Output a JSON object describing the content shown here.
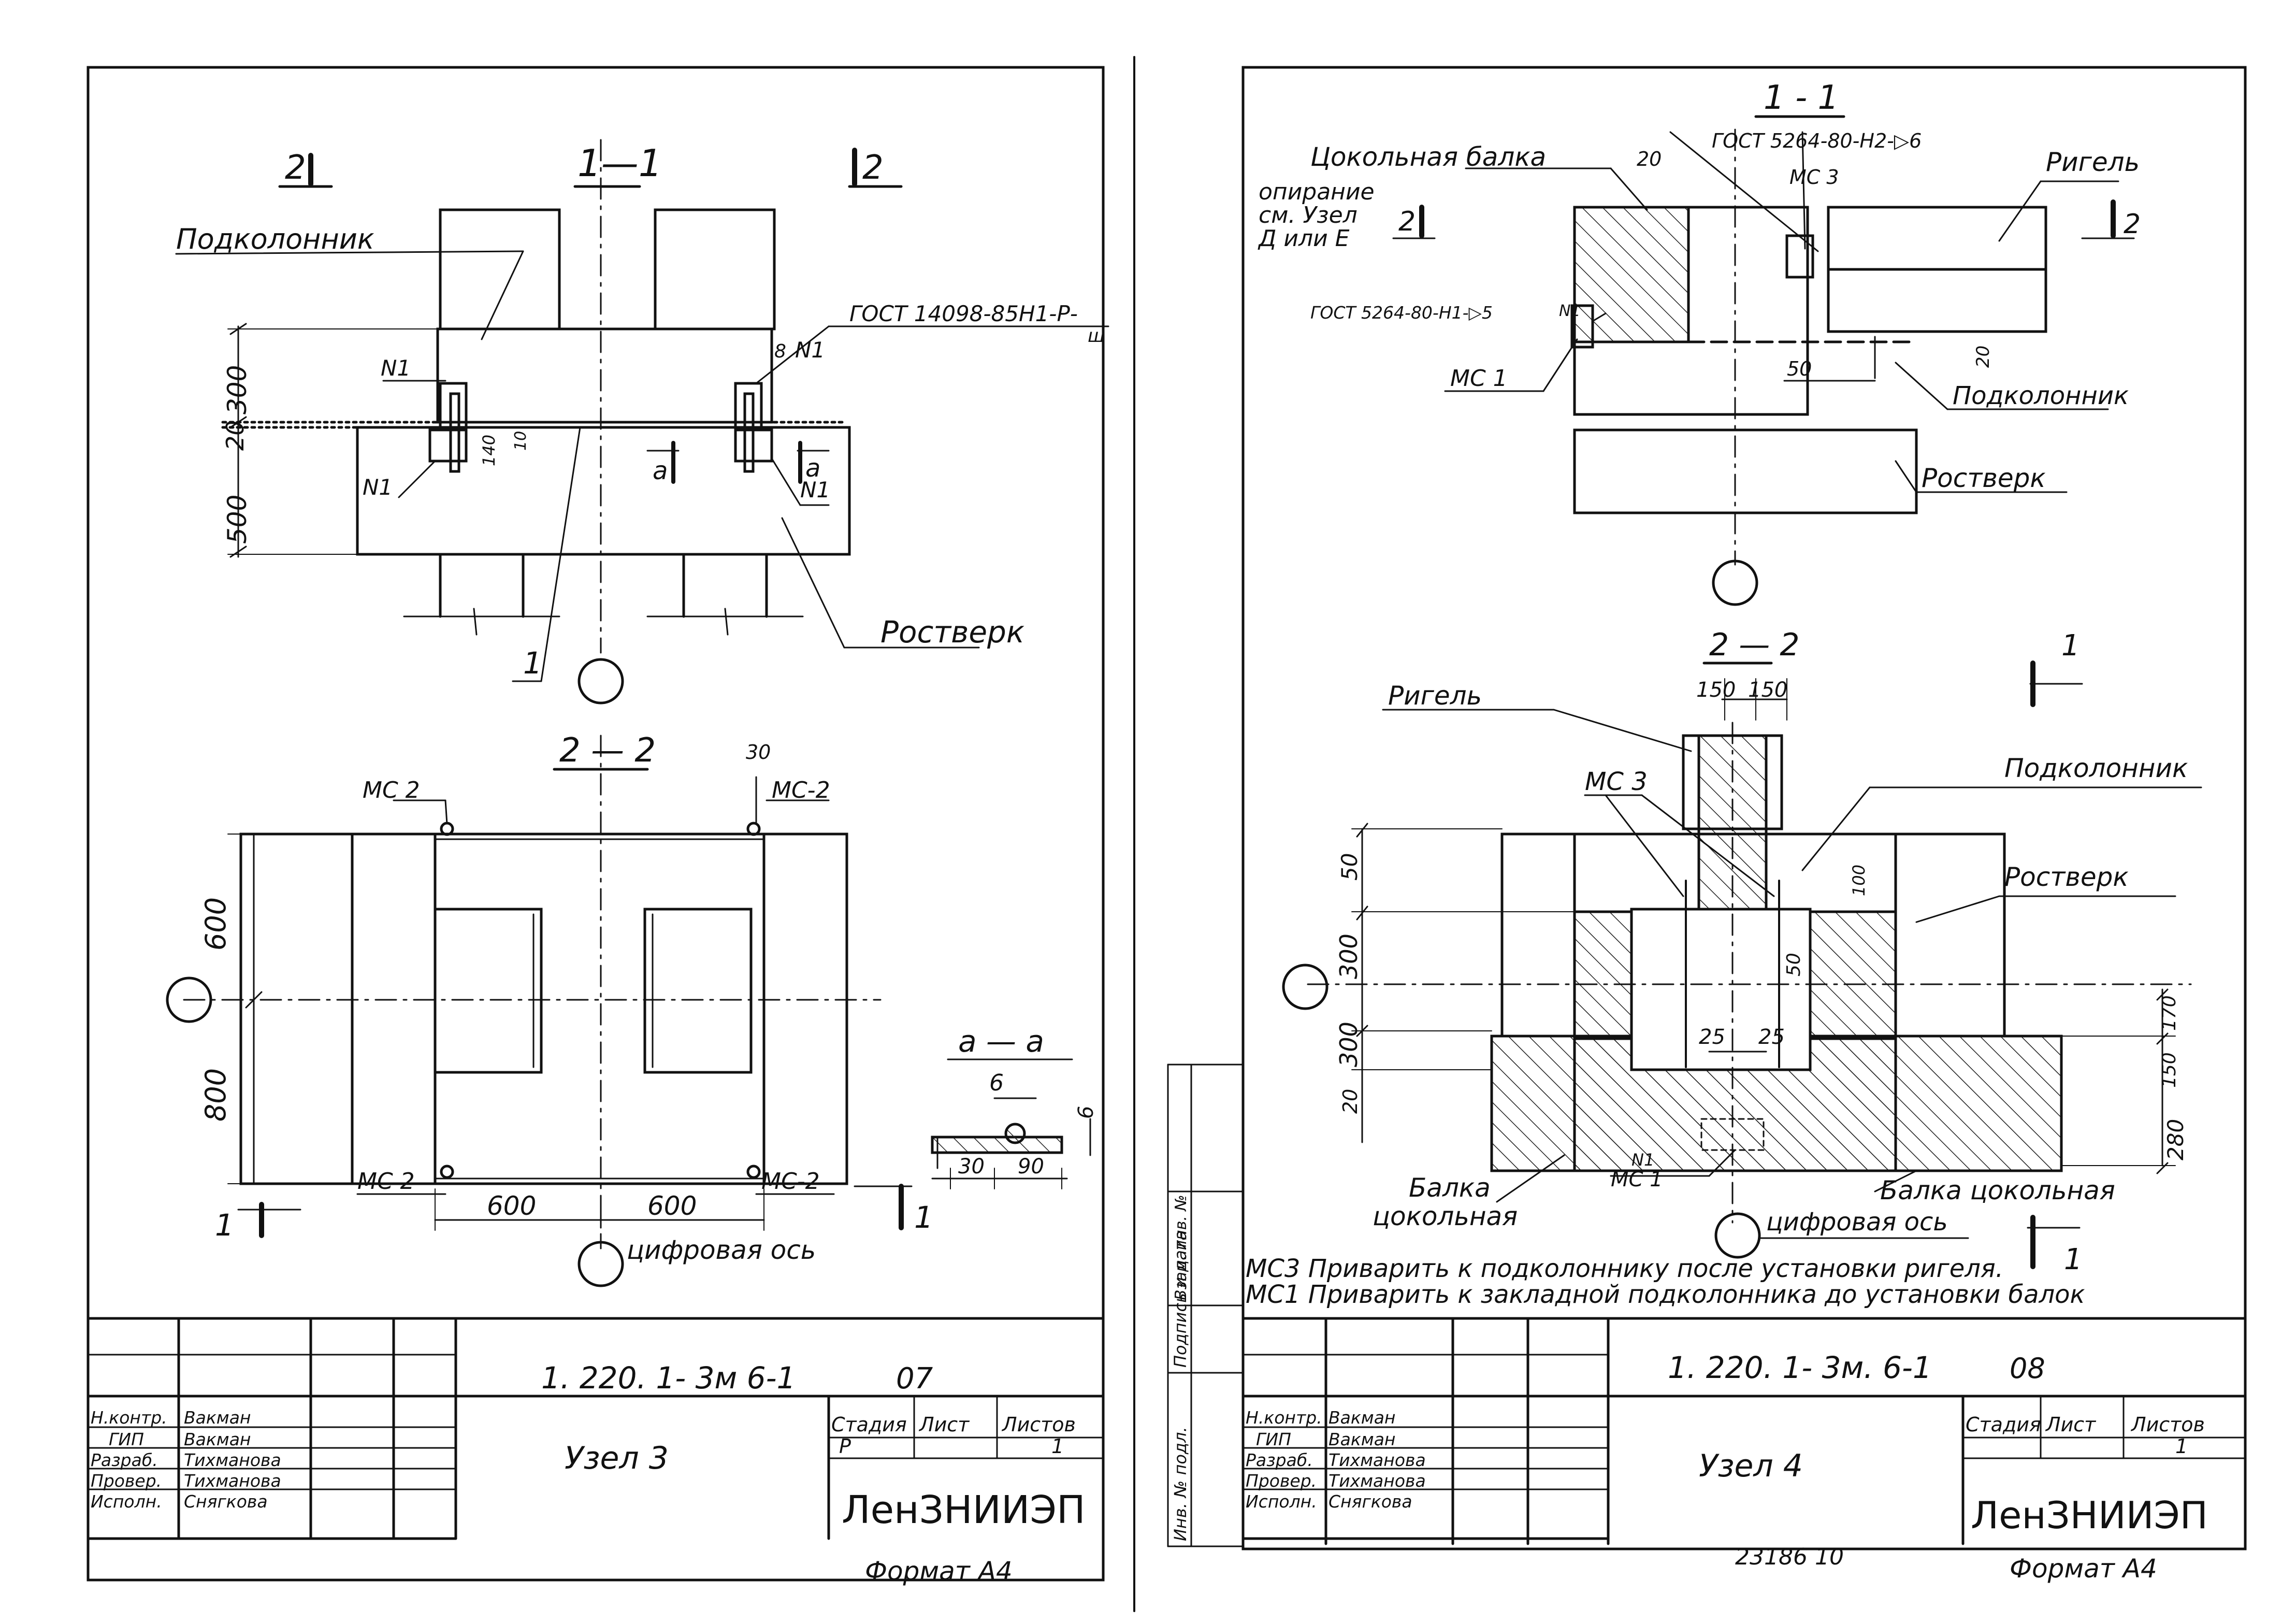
{
  "left_sheet": {
    "section_11": {
      "title": "1—1",
      "cut_left": "2",
      "cut_right": "2",
      "podkolonnik": "Подколонник",
      "rostverk": "Ростверк",
      "gost": "ГОСТ 14098-85Н1-Р-",
      "gost_sub": "ш",
      "weld_8": "8",
      "n1": "N1",
      "a_mark": "a",
      "leader_1": "1",
      "dims": {
        "d300": "300",
        "d20": "20",
        "d500": "500",
        "d10": "10",
        "d140": "140"
      }
    },
    "section_22": {
      "title": "2 — 2",
      "mc2": "МС 2",
      "mc2_dash": "МС-2",
      "d30": "30",
      "d600v": "600",
      "d800v": "800",
      "d600h_left": "600",
      "d600h_right": "600",
      "cut1_left": "1",
      "cut1_right": "1",
      "axis_label": "цифровая ось"
    },
    "section_aa": {
      "title": "а — а",
      "d6a": "6",
      "d6b": "6",
      "d30": "30",
      "d90": "90"
    },
    "title_block": {
      "code": "1. 220. 1- 3м  6-1",
      "sheet_no": "07",
      "node": "Узел 3",
      "stage_hdr": "Стадия",
      "list_hdr": "Лист",
      "listov_hdr": "Листов",
      "stage": "Р",
      "listov": "1",
      "org": "ЛенЗНИИЭП",
      "format": "Формат А4",
      "roles": [
        "Н.контр.",
        "ГИП",
        "Разраб.",
        "Провер.",
        "Исполн."
      ],
      "names": [
        "Вакман",
        "Вакман",
        "Тихманова",
        "Тихманова",
        "Снягкова"
      ]
    }
  },
  "right_sheet": {
    "section_11": {
      "title": "1 - 1",
      "beam_label": "Цокольная балка",
      "bearing_1": "опирание",
      "bearing_2": "см. Узел",
      "bearing_3": "Д или Е",
      "cut_left": "2",
      "cut_right": "2",
      "gost_top": "ГОСТ 5264-80-Н2-▷6",
      "gost_left": "ГОСТ 5264-80-Н1-▷5",
      "mc3": "МС 3",
      "mc1": "МС 1",
      "n1": "N1",
      "rigel": "Ригель",
      "podkolonnik": "Подколонник",
      "rostverk": "Ростверк",
      "d20": "20",
      "d50": "50",
      "d20b": "20"
    },
    "section_22": {
      "title": "2 — 2",
      "rigel": "Ригель",
      "mc3": "МС 3",
      "podkolonnik": "Подколонник",
      "rostverk": "Ростверк",
      "beam_left_1": "Балка",
      "beam_left_2": "цокольная",
      "beam_right": "Балка цокольная",
      "n1": "N1",
      "mc1": "МС 1",
      "axis_label": "цифровая ось",
      "cut1": "1",
      "dims": {
        "d150a": "150",
        "d150b": "150",
        "d50": "50",
        "d300a": "300",
        "d300b": "300",
        "d20": "20",
        "d100": "100",
        "d50b": "50",
        "d25a": "25",
        "d25b": "25",
        "d170": "170",
        "d150c": "150",
        "d280": "280"
      }
    },
    "notes": [
      "МС3 Приварить к подколоннику после установки ригеля.",
      "МС1 Приварить к закладной подколонника до установки балок"
    ],
    "side_labels": [
      "Инв. № подл.",
      "Подпись и дата",
      "Взам. инв. №"
    ],
    "title_block": {
      "code": "1. 220. 1- 3м. 6-1",
      "sheet_no": "08",
      "node": "Узел 4",
      "stage_hdr": "Стадия",
      "list_hdr": "Лист",
      "listov_hdr": "Листов",
      "listov": "1",
      "org": "ЛенЗНИИЭП",
      "format": "Формат А4",
      "archive": "23186   10",
      "roles": [
        "Н.контр.",
        "ГИП",
        "Разраб.",
        "Провер.",
        "Исполн."
      ],
      "names": [
        "Вакман",
        "Вакман",
        "Тихманова",
        "Тихманова",
        "Снягкова"
      ]
    }
  }
}
